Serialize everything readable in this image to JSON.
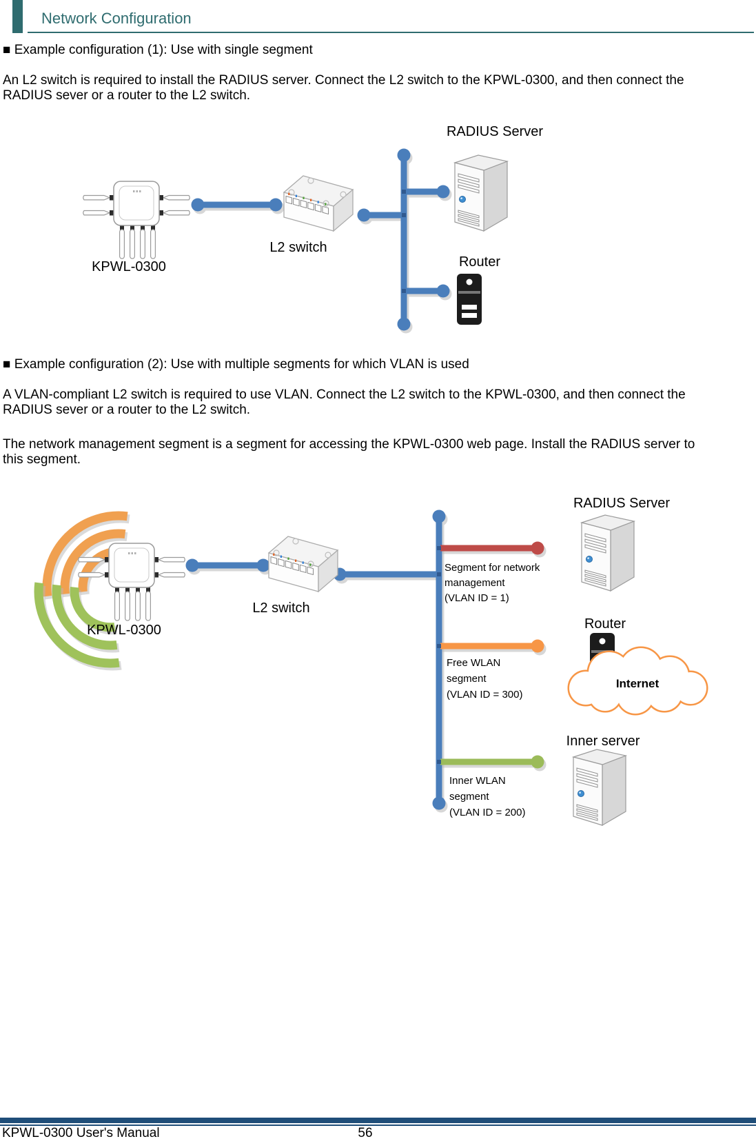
{
  "header": {
    "title": "Network Configuration"
  },
  "sections": [
    {
      "heading": "■ Example configuration (1): Use with single segment",
      "paragraphs": [
        "An L2 switch is required to install the RADIUS server. Connect the L2 switch to the KPWL-0300, and then connect the RADIUS sever or a router to the L2 switch."
      ]
    },
    {
      "heading": "■ Example configuration (2): Use with multiple segments for which VLAN is used",
      "paragraphs": [
        "A VLAN-compliant L2 switch is required to use VLAN. Connect the L2 switch to the KPWL-0300, and then connect the RADIUS sever or a router to the L2 switch.",
        "The network management segment is a segment for accessing the KPWL-0300 web page. Install the RADIUS server to this segment."
      ]
    }
  ],
  "diagram1": {
    "labels": {
      "radius_server": "RADIUS Server",
      "l2_switch": "L2 switch",
      "kpwl": "KPWL-0300",
      "router": "Router"
    }
  },
  "diagram2": {
    "labels": {
      "radius_server": "RADIUS Server",
      "l2_switch": "L2 switch",
      "kpwl": "KPWL-0300",
      "router": "Router",
      "internet": "Internet",
      "inner_server": "Inner server"
    },
    "segments": [
      {
        "name": "network-management",
        "line1": "Segment for network",
        "line2": "management",
        "line3": "(VLAN ID = 1)",
        "color": "#BE4B48"
      },
      {
        "name": "free-wlan",
        "line1": "Free WLAN",
        "line2": "segment",
        "line3": "(VLAN ID = 300)",
        "color": "#F79646"
      },
      {
        "name": "inner-wlan",
        "line1": "Inner WLAN",
        "line2": "segment",
        "line3": "(VLAN ID = 200)",
        "color": "#9BBB59"
      }
    ]
  },
  "footer": {
    "left": "KPWL-0300 User's Manual",
    "page": "56"
  },
  "colors": {
    "accent_teal": "#2F6C6F",
    "network_line_blue": "#4A7EBB",
    "segment_red": "#BE4B48",
    "segment_orange": "#F79646",
    "segment_green": "#9BBB59",
    "footer_navy": "#1F4E79",
    "wifi_orange": "#F0A050",
    "wifi_green": "#9FC25B"
  }
}
